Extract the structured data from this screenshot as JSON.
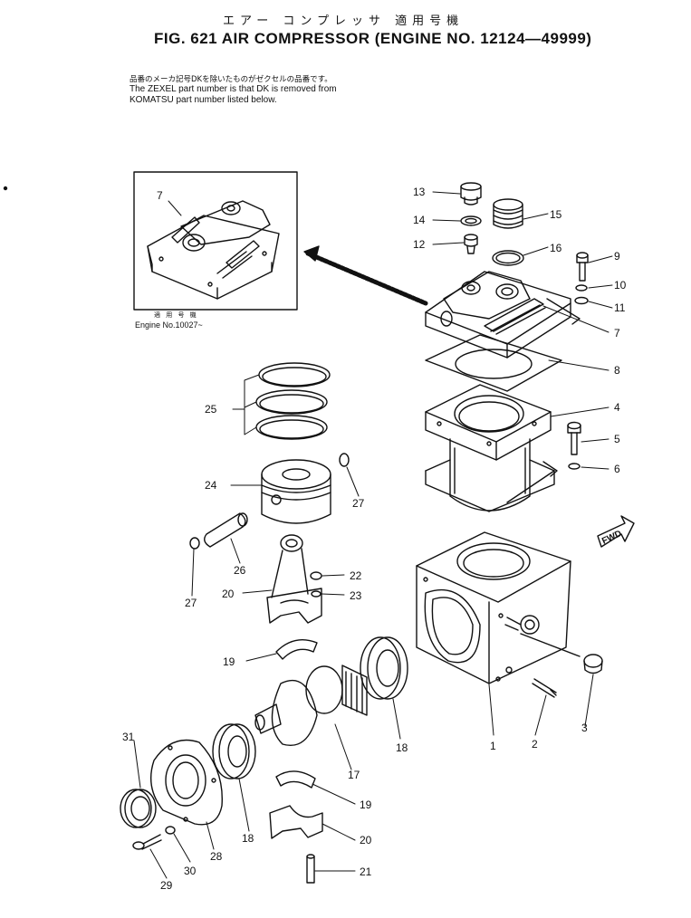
{
  "header": {
    "japanese_title": "エアー コンプレッサ 適用号機",
    "title": "FIG. 621  AIR COMPRESSOR (ENGINE NO. 12124—49999)"
  },
  "notes": {
    "japanese": "品番のメーカ記号DKを除いたものがゼクセルの品番です。",
    "line1": "The ZEXEL part number is that DK is removed from",
    "line2": "KOMATSU part number listed below."
  },
  "inset": {
    "caption_japanese": "適 用 号 機",
    "caption": "Engine No.10027~"
  },
  "direction_label": "FWD",
  "callouts": [
    {
      "id": "c1",
      "text": "1"
    },
    {
      "id": "c2",
      "text": "2"
    },
    {
      "id": "c3",
      "text": "3"
    },
    {
      "id": "c4",
      "text": "4"
    },
    {
      "id": "c5",
      "text": "5"
    },
    {
      "id": "c6",
      "text": "6"
    },
    {
      "id": "c7",
      "text": "7"
    },
    {
      "id": "c7i",
      "text": "7"
    },
    {
      "id": "c8",
      "text": "8"
    },
    {
      "id": "c9",
      "text": "9"
    },
    {
      "id": "c10",
      "text": "10"
    },
    {
      "id": "c11",
      "text": "11"
    },
    {
      "id": "c12",
      "text": "12"
    },
    {
      "id": "c13",
      "text": "13"
    },
    {
      "id": "c14",
      "text": "14"
    },
    {
      "id": "c15",
      "text": "15"
    },
    {
      "id": "c16",
      "text": "16"
    },
    {
      "id": "c17",
      "text": "17"
    },
    {
      "id": "c18a",
      "text": "18"
    },
    {
      "id": "c18b",
      "text": "18"
    },
    {
      "id": "c19a",
      "text": "19"
    },
    {
      "id": "c19b",
      "text": "19"
    },
    {
      "id": "c20a",
      "text": "20"
    },
    {
      "id": "c20b",
      "text": "20"
    },
    {
      "id": "c21",
      "text": "21"
    },
    {
      "id": "c22",
      "text": "22"
    },
    {
      "id": "c23",
      "text": "23"
    },
    {
      "id": "c24",
      "text": "24"
    },
    {
      "id": "c25",
      "text": "25"
    },
    {
      "id": "c26",
      "text": "26"
    },
    {
      "id": "c27a",
      "text": "27"
    },
    {
      "id": "c27b",
      "text": "27"
    },
    {
      "id": "c28",
      "text": "28"
    },
    {
      "id": "c29",
      "text": "29"
    },
    {
      "id": "c30",
      "text": "30"
    },
    {
      "id": "c31",
      "text": "31"
    }
  ]
}
